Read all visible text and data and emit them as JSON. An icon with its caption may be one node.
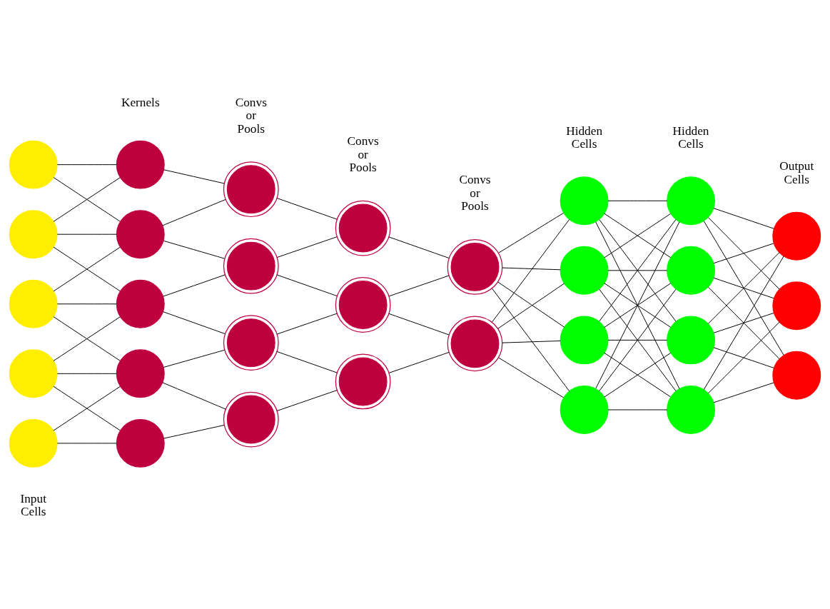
{
  "diagram": {
    "nodes": [
      {
        "text": [],
        "shape": "circle"
      },
      {
        "text": [],
        "shape": "circle"
      },
      {
        "text": [],
        "shape": "circle"
      },
      {
        "text": [],
        "shape": "circle"
      },
      {
        "text": [],
        "shape": "circle"
      },
      {
        "text": [],
        "shape": "circle"
      },
      {
        "text": [],
        "shape": "circle"
      },
      {
        "text": [],
        "shape": "circle"
      },
      {
        "text": [],
        "shape": "circle"
      },
      {
        "text": [],
        "shape": "circle"
      },
      {
        "text": [],
        "shape": "ring"
      },
      {
        "text": [],
        "shape": "ring"
      },
      {
        "text": [],
        "shape": "ring"
      },
      {
        "text": [],
        "shape": "ring"
      },
      {
        "text": [],
        "shape": "ring"
      },
      {
        "text": [],
        "shape": "ring"
      },
      {
        "text": [],
        "shape": "ring"
      },
      {
        "text": [],
        "shape": "ring"
      },
      {
        "text": [],
        "shape": "ring"
      },
      {
        "text": [],
        "shape": "circle"
      },
      {
        "text": [],
        "shape": "circle"
      },
      {
        "text": [],
        "shape": "circle"
      },
      {
        "text": [],
        "shape": "circle"
      },
      {
        "text": [],
        "shape": "circle"
      },
      {
        "text": [],
        "shape": "circle"
      },
      {
        "text": [],
        "shape": "circle"
      },
      {
        "text": [],
        "shape": "circle"
      },
      {
        "text": [],
        "shape": "circle"
      },
      {
        "text": [],
        "shape": "circle"
      },
      {
        "text": [],
        "shape": "circle"
      }
    ],
    "edges": [
      {
        "from": 0,
        "to": 5,
        "arrow": "none"
      },
      {
        "from": 0,
        "to": 6,
        "arrow": "none"
      },
      {
        "from": 1,
        "to": 5,
        "arrow": "none"
      },
      {
        "from": 1,
        "to": 6,
        "arrow": "none"
      },
      {
        "from": 1,
        "to": 7,
        "arrow": "none"
      },
      {
        "from": 2,
        "to": 6,
        "arrow": "none"
      },
      {
        "from": 2,
        "to": 7,
        "arrow": "none"
      },
      {
        "from": 2,
        "to": 8,
        "arrow": "none"
      },
      {
        "from": 3,
        "to": 7,
        "arrow": "none"
      },
      {
        "from": 3,
        "to": 8,
        "arrow": "none"
      },
      {
        "from": 3,
        "to": 9,
        "arrow": "none"
      },
      {
        "from": 4,
        "to": 8,
        "arrow": "none"
      },
      {
        "from": 4,
        "to": 9,
        "arrow": "none"
      },
      {
        "from": 5,
        "to": 10,
        "arrow": "none"
      },
      {
        "from": 6,
        "to": 10,
        "arrow": "none"
      },
      {
        "from": 6,
        "to": 11,
        "arrow": "none"
      },
      {
        "from": 7,
        "to": 11,
        "arrow": "none"
      },
      {
        "from": 7,
        "to": 12,
        "arrow": "none"
      },
      {
        "from": 8,
        "to": 12,
        "arrow": "none"
      },
      {
        "from": 8,
        "to": 13,
        "arrow": "none"
      },
      {
        "from": 9,
        "to": 13,
        "arrow": "none"
      },
      {
        "from": 10,
        "to": 14,
        "arrow": "none"
      },
      {
        "from": 11,
        "to": 14,
        "arrow": "none"
      },
      {
        "from": 11,
        "to": 15,
        "arrow": "none"
      },
      {
        "from": 12,
        "to": 15,
        "arrow": "none"
      },
      {
        "from": 12,
        "to": 16,
        "arrow": "none"
      },
      {
        "from": 13,
        "to": 16,
        "arrow": "none"
      },
      {
        "from": 14,
        "to": 17,
        "arrow": "none"
      },
      {
        "from": 15,
        "to": 17,
        "arrow": "none"
      },
      {
        "from": 15,
        "to": 18,
        "arrow": "none"
      },
      {
        "from": 16,
        "to": 18,
        "arrow": "none"
      },
      {
        "from": 17,
        "to": 19,
        "arrow": "none"
      },
      {
        "from": 17,
        "to": 20,
        "arrow": "none"
      },
      {
        "from": 17,
        "to": 21,
        "arrow": "none"
      },
      {
        "from": 17,
        "to": 22,
        "arrow": "none"
      },
      {
        "from": 18,
        "to": 19,
        "arrow": "none"
      },
      {
        "from": 18,
        "to": 20,
        "arrow": "none"
      },
      {
        "from": 18,
        "to": 21,
        "arrow": "none"
      },
      {
        "from": 18,
        "to": 22,
        "arrow": "none"
      },
      {
        "from": 19,
        "to": 23,
        "arrow": "none"
      },
      {
        "from": 19,
        "to": 24,
        "arrow": "none"
      },
      {
        "from": 19,
        "to": 25,
        "arrow": "none"
      },
      {
        "from": 19,
        "to": 26,
        "arrow": "none"
      },
      {
        "from": 20,
        "to": 23,
        "arrow": "none"
      },
      {
        "from": 20,
        "to": 24,
        "arrow": "none"
      },
      {
        "from": 20,
        "to": 25,
        "arrow": "none"
      },
      {
        "from": 20,
        "to": 26,
        "arrow": "none"
      },
      {
        "from": 21,
        "to": 23,
        "arrow": "none"
      },
      {
        "from": 21,
        "to": 24,
        "arrow": "none"
      },
      {
        "from": 21,
        "to": 25,
        "arrow": "none"
      },
      {
        "from": 21,
        "to": 26,
        "arrow": "none"
      },
      {
        "from": 22,
        "to": 23,
        "arrow": "none"
      },
      {
        "from": 22,
        "to": 24,
        "arrow": "none"
      },
      {
        "from": 22,
        "to": 25,
        "arrow": "none"
      },
      {
        "from": 22,
        "to": 26,
        "arrow": "none"
      },
      {
        "from": 23,
        "to": 27,
        "arrow": "none"
      },
      {
        "from": 23,
        "to": 28,
        "arrow": "none"
      },
      {
        "from": 23,
        "to": 29,
        "arrow": "none"
      },
      {
        "from": 24,
        "to": 27,
        "arrow": "none"
      },
      {
        "from": 24,
        "to": 28,
        "arrow": "none"
      },
      {
        "from": 24,
        "to": 29,
        "arrow": "none"
      },
      {
        "from": 25,
        "to": 27,
        "arrow": "none"
      },
      {
        "from": 25,
        "to": 28,
        "arrow": "none"
      },
      {
        "from": 25,
        "to": 29,
        "arrow": "none"
      },
      {
        "from": 26,
        "to": 27,
        "arrow": "none"
      },
      {
        "from": 26,
        "to": 28,
        "arrow": "none"
      },
      {
        "from": 26,
        "to": 29,
        "arrow": "none"
      }
    ],
    "labels": [
      "Input Cells",
      "Kernels",
      "Convs or Pools",
      "Convs or Pools",
      "Convs or Pools",
      "Hidden Cells",
      "Hidden Cells",
      "Output Cells"
    ]
  }
}
